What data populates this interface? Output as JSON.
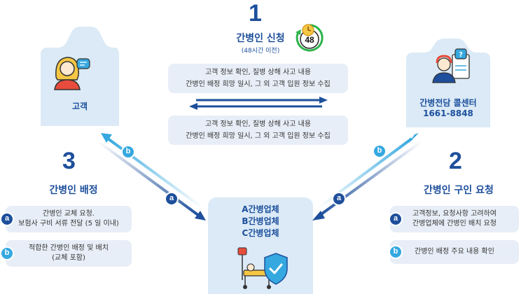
{
  "step1": {
    "number": "1",
    "title": "간병인 신청",
    "subtitle": "(48시간 이전)",
    "clock_text": "48"
  },
  "info_top": {
    "line1": "고객 정보 확인, 질병 상해 사고 내용",
    "line2": "간병인 배정 희망 일시, 그 외 고객 입원 정보 수집"
  },
  "info_bottom": {
    "line1": "고객 정보 확인, 질병 상해 사고 내용",
    "line2": "간병인 배정 희망 일시, 그 외 고객 입원 정보 수집"
  },
  "customer": {
    "label": "고객"
  },
  "call_center": {
    "name": "간병전담 콜센터",
    "phone": "1661-8848"
  },
  "agencies": [
    "A간병업체",
    "B간병업체",
    "C간병업체"
  ],
  "step3": {
    "number": "3",
    "title": "간병인 배정",
    "items": [
      {
        "badge": "a",
        "line1": "간병인 교체 요청.",
        "line2": "보험사 구비 서류 전달 (5 일 이내)"
      },
      {
        "badge": "b",
        "line1": "적합한 간병인 배정 및 배치",
        "line2": "(교체 포함)"
      }
    ]
  },
  "step2": {
    "number": "2",
    "title": "간병인 구인 요청",
    "items": [
      {
        "badge": "a",
        "line1": "고객정보, 요청사항 고려하여",
        "line2": "간병업체에 간병인 배치 요청"
      },
      {
        "badge": "b",
        "line1": "간병인 배정 주요 내용 확인",
        "line2": ""
      }
    ]
  },
  "arrow_badges": {
    "left_b": "b",
    "left_a": "a",
    "right_b": "b",
    "right_a": "a"
  },
  "colors": {
    "navy": "#1d4f9c",
    "sky": "#35a8e0",
    "panel": "#dbeaf6",
    "box": "#e8eef7"
  }
}
